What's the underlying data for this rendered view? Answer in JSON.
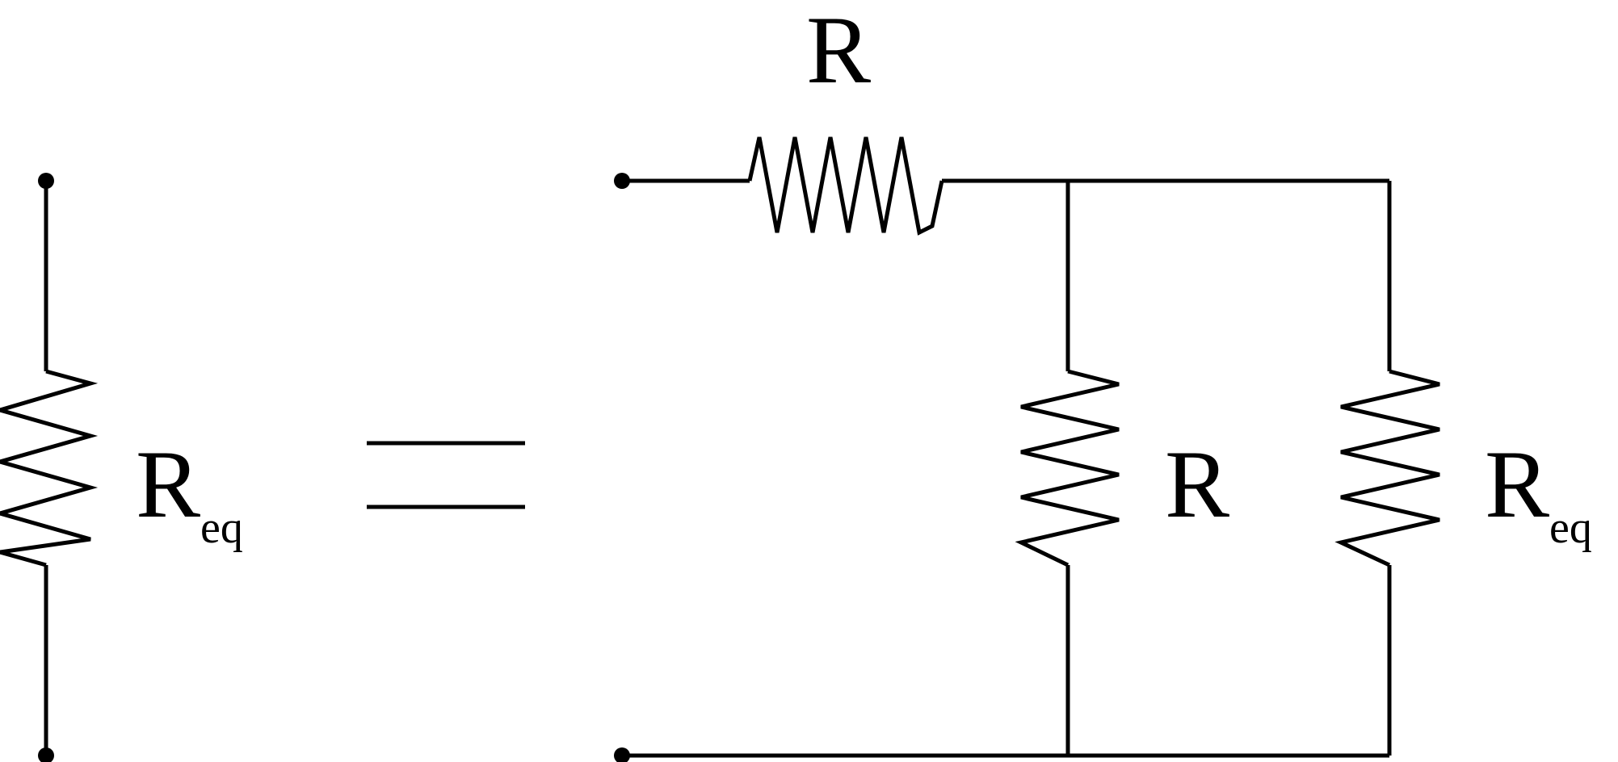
{
  "diagram": {
    "left_resistor": {
      "symbol": "R",
      "subscript": "eq"
    },
    "equals_sign": "=",
    "series_resistor": {
      "symbol": "R"
    },
    "parallel_resistor_1": {
      "symbol": "R"
    },
    "parallel_resistor_2": {
      "symbol": "R",
      "subscript": "eq"
    }
  },
  "colors": {
    "line": "#000000",
    "background": "#ffffff"
  }
}
